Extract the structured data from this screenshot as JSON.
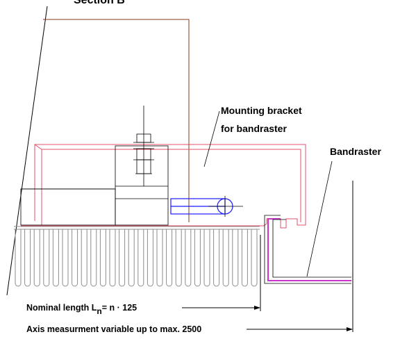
{
  "labels": {
    "section": "Section B",
    "bracket_line1": "Mounting bracket",
    "bracket_line2": "for bandraster",
    "bandraster": "Bandraster",
    "nominal_prefix": "Nominal length  L",
    "nominal_sub": "n",
    "nominal_suffix": "= n · 125",
    "axis": "Axis measurment variable up to max. 2500"
  },
  "colors": {
    "bracket_outline": "#e0506a",
    "section_frame": "#8a3a1c",
    "pin": "#1a1aff",
    "bandraster_profile": "#cc33cc"
  }
}
